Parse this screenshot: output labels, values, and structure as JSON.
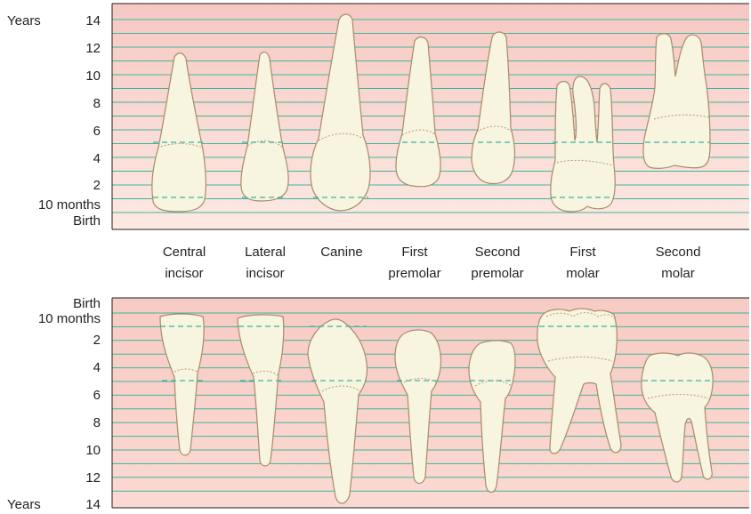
{
  "upper": {
    "years_label": "Years",
    "ticks": [
      "14",
      "12",
      "10",
      "8",
      "6",
      "4",
      "2",
      "10 months",
      "Birth"
    ]
  },
  "lower": {
    "years_label": "Years",
    "ticks": [
      "Birth",
      "10 months",
      "2",
      "4",
      "6",
      "8",
      "10",
      "12",
      "14"
    ]
  },
  "teeth": [
    {
      "line1": "Central",
      "line2": "incisor"
    },
    {
      "line1": "Lateral",
      "line2": "incisor"
    },
    {
      "line1": "Canine",
      "line2": ""
    },
    {
      "line1": "First",
      "line2": "premolar"
    },
    {
      "line1": "Second",
      "line2": "premolar"
    },
    {
      "line1": "First",
      "line2": "molar"
    },
    {
      "line1": "Second",
      "line2": "molar"
    }
  ],
  "colors": {
    "panel_top": "#f6c8c2",
    "panel_bottom": "#fde9e3",
    "lines": "#3fb59d",
    "marker": "#39b4a0",
    "tooth_fill": "#f7f4df",
    "tooth_outline": "#a88b6a"
  }
}
